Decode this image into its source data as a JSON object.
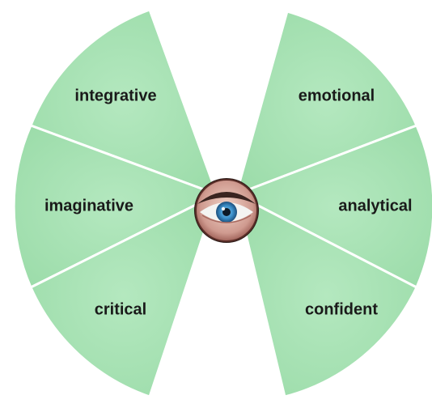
{
  "diagram": {
    "segments": {
      "top_left": "integrative",
      "mid_left": "imaginative",
      "bottom_left": "critical",
      "top_right": "emotional",
      "mid_right": "analytical",
      "bottom_right": "confident"
    },
    "center_icon": "eye-icon",
    "colors": {
      "segment_fill": "#a8e3b4",
      "segment_border": "#ffffff",
      "label_text": "#1a1a1a",
      "iris": "#3b8fc9",
      "skin": "#c98f86"
    }
  }
}
